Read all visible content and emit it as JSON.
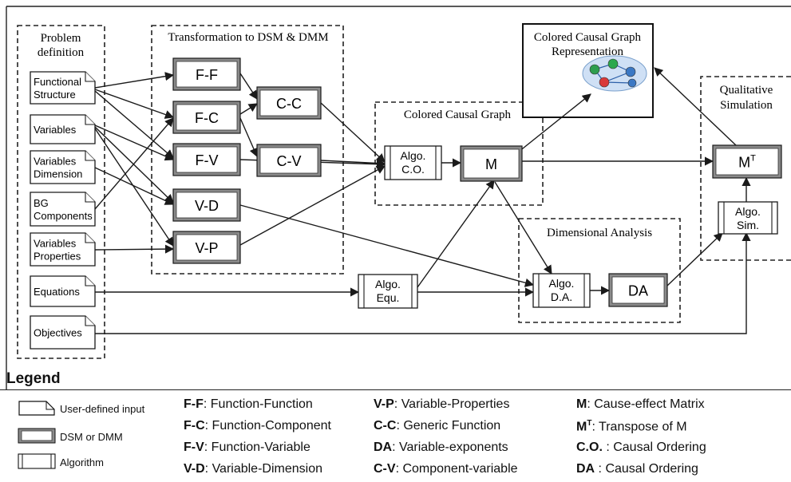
{
  "groups": {
    "problem_definition": "Problem definition",
    "transformation": "Transformation to DSM & DMM",
    "colored_graph_rep": "Colored Causal Graph Representation",
    "colored_graph": "Colored Causal Graph",
    "qualitative": "Qualitative Simulation",
    "dimensional": "Dimensional Analysis"
  },
  "inputs": [
    {
      "id": "functional",
      "lines": [
        "Functional",
        "Structure"
      ]
    },
    {
      "id": "variables",
      "lines": [
        "Variables"
      ]
    },
    {
      "id": "var-dimension",
      "lines": [
        "Variables",
        "Dimension"
      ]
    },
    {
      "id": "bg-components",
      "lines": [
        "BG",
        "Components"
      ]
    },
    {
      "id": "var-properties",
      "lines": [
        "Variables",
        "Properties"
      ]
    },
    {
      "id": "equations",
      "lines": [
        "Equations"
      ]
    },
    {
      "id": "objectives",
      "lines": [
        "Objectives"
      ]
    }
  ],
  "matrices": {
    "ff": "F-F",
    "fc": "F-C",
    "fv": "F-V",
    "vd": "V-D",
    "vp": "V-P",
    "cc": "C-C",
    "cv": "C-V",
    "m": "M",
    "da": "DA",
    "mt": "M",
    "mt_sup": "T"
  },
  "algorithms": {
    "co": [
      "Algo.",
      "C.O."
    ],
    "equ": [
      "Algo.",
      "Equ."
    ],
    "da": [
      "Algo.",
      "D.A."
    ],
    "sim": [
      "Algo.",
      "Sim."
    ]
  },
  "graph_colors": [
    "#2e9e4f",
    "#2ca84d",
    "#d93a3a",
    "#3b78c4",
    "#3b78c4"
  ],
  "legend": {
    "title": "Legend",
    "symbols": [
      "User-defined input",
      "DSM or DMM",
      "Algorithm"
    ],
    "abbreviations": [
      {
        "key": "F-F",
        "desc": ": Function-Function"
      },
      {
        "key": "F-C",
        "desc": ": Function-Component"
      },
      {
        "key": "F-V",
        "desc": ": Function-Variable"
      },
      {
        "key": "V-D",
        "desc": ": Variable-Dimension"
      },
      {
        "key": "V-P",
        "desc": ": Variable-Properties"
      },
      {
        "key": "C-C",
        "desc": ": Generic Function"
      },
      {
        "key": "DA",
        "desc": ": Variable-exponents"
      },
      {
        "key": "C-V",
        "desc": ": Component-variable"
      },
      {
        "key": "M",
        "desc": ": Cause-effect Matrix"
      },
      {
        "key": "M",
        "sup": "T",
        "desc": ": Transpose of M"
      },
      {
        "key": "C.O.",
        "desc": " : Causal Ordering"
      },
      {
        "key": "DA",
        "desc": " : Causal Ordering"
      }
    ]
  }
}
